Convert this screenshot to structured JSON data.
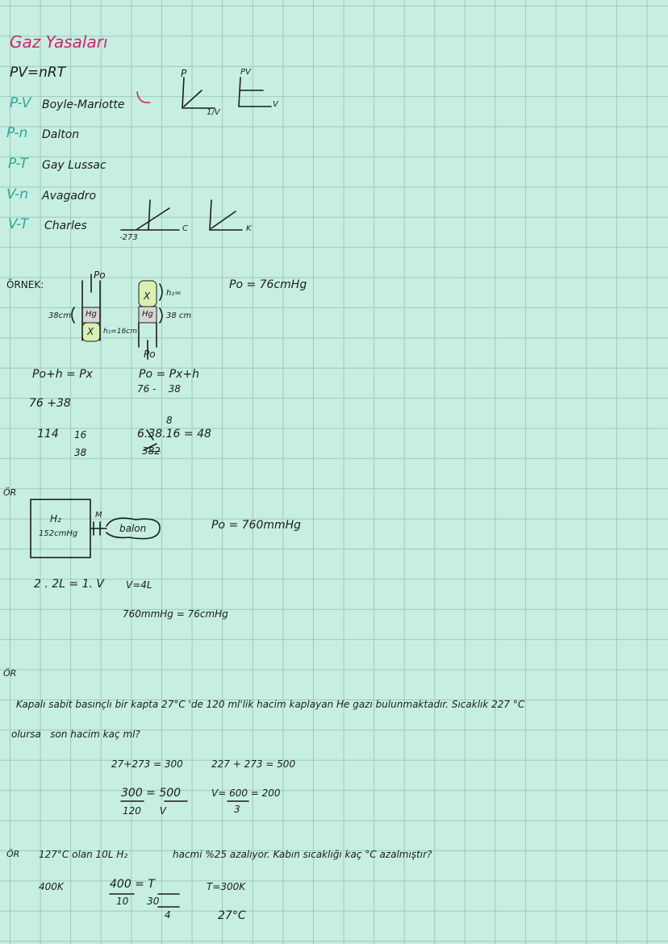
{
  "title": "Gaz Yasaları",
  "ideal_gas": "PV=nRT",
  "laws": [
    {
      "vars": "P-V",
      "name": "Boyle-Mariotte"
    },
    {
      "vars": "P-n",
      "name": "Dalton"
    },
    {
      "vars": "P-T",
      "name": "Gay Lussac"
    },
    {
      "vars": "V-n",
      "name": "Avagadro"
    },
    {
      "vars": "V-T",
      "name": "Charles"
    }
  ],
  "graph_labels": {
    "p": "P",
    "inv_v": "1/V",
    "pv": "PV",
    "v": "V",
    "minus273": "-273",
    "c": "C",
    "k": "K"
  },
  "example1": {
    "heading": "ÖRNEK:",
    "p0_top": "Po",
    "h38": "38cm",
    "hg": "Hg",
    "x": "X",
    "h16": "h₁=16cm",
    "p0_bottom": "Po",
    "h2": "h₂=",
    "h38b": "38 cm",
    "p0_value": "Po = 76cmHg",
    "eq1": "Po+h = Px",
    "eq2": "Po = Px+h",
    "eq3": "76 -    38",
    "sum": "76 +38",
    "n114": "114",
    "n16": "16",
    "n38": "38",
    "frac_top": "8",
    "frac_mid": "6.38.16 = 48",
    "frac_bot": "38̶2̶"
  },
  "example2": {
    "heading": "ÖR",
    "box_gas": "H₂",
    "box_p": "152cmHg",
    "valve": "M",
    "balloon": "balon",
    "p0": "Po = 760mmHg",
    "eq1": "2 . 2L = 1. V",
    "eq2": "V=4L",
    "eq3": "760mmHg = 76cmHg"
  },
  "example3": {
    "heading": "ÖR",
    "line1": "Kapalı sabit basınçlı bir kapta 27°C 'de 120 ml'lik hacim kaplayan He gazı bulunmaktadır. Sıcaklık 227 °C",
    "line2": "olursa   son hacim kaç ml?",
    "t1": "27+273 = 300",
    "t2": "227 + 273 = 500",
    "frac_l": "300 = 500",
    "frac_lb": "120      V",
    "v_res": "V= 600 = 200",
    "v_den": "3"
  },
  "example4": {
    "heading": "ÖR",
    "line": "127°C olan 10L H₂",
    "line_b": "hacmi %25 azalıyor. Kabın sıcaklığı kaç °C azalmıştır?",
    "k400": "400K",
    "frac": "400 = T",
    "den": "10      30",
    "den_b": "4",
    "t300": "T=300K",
    "c27": "27°C"
  }
}
